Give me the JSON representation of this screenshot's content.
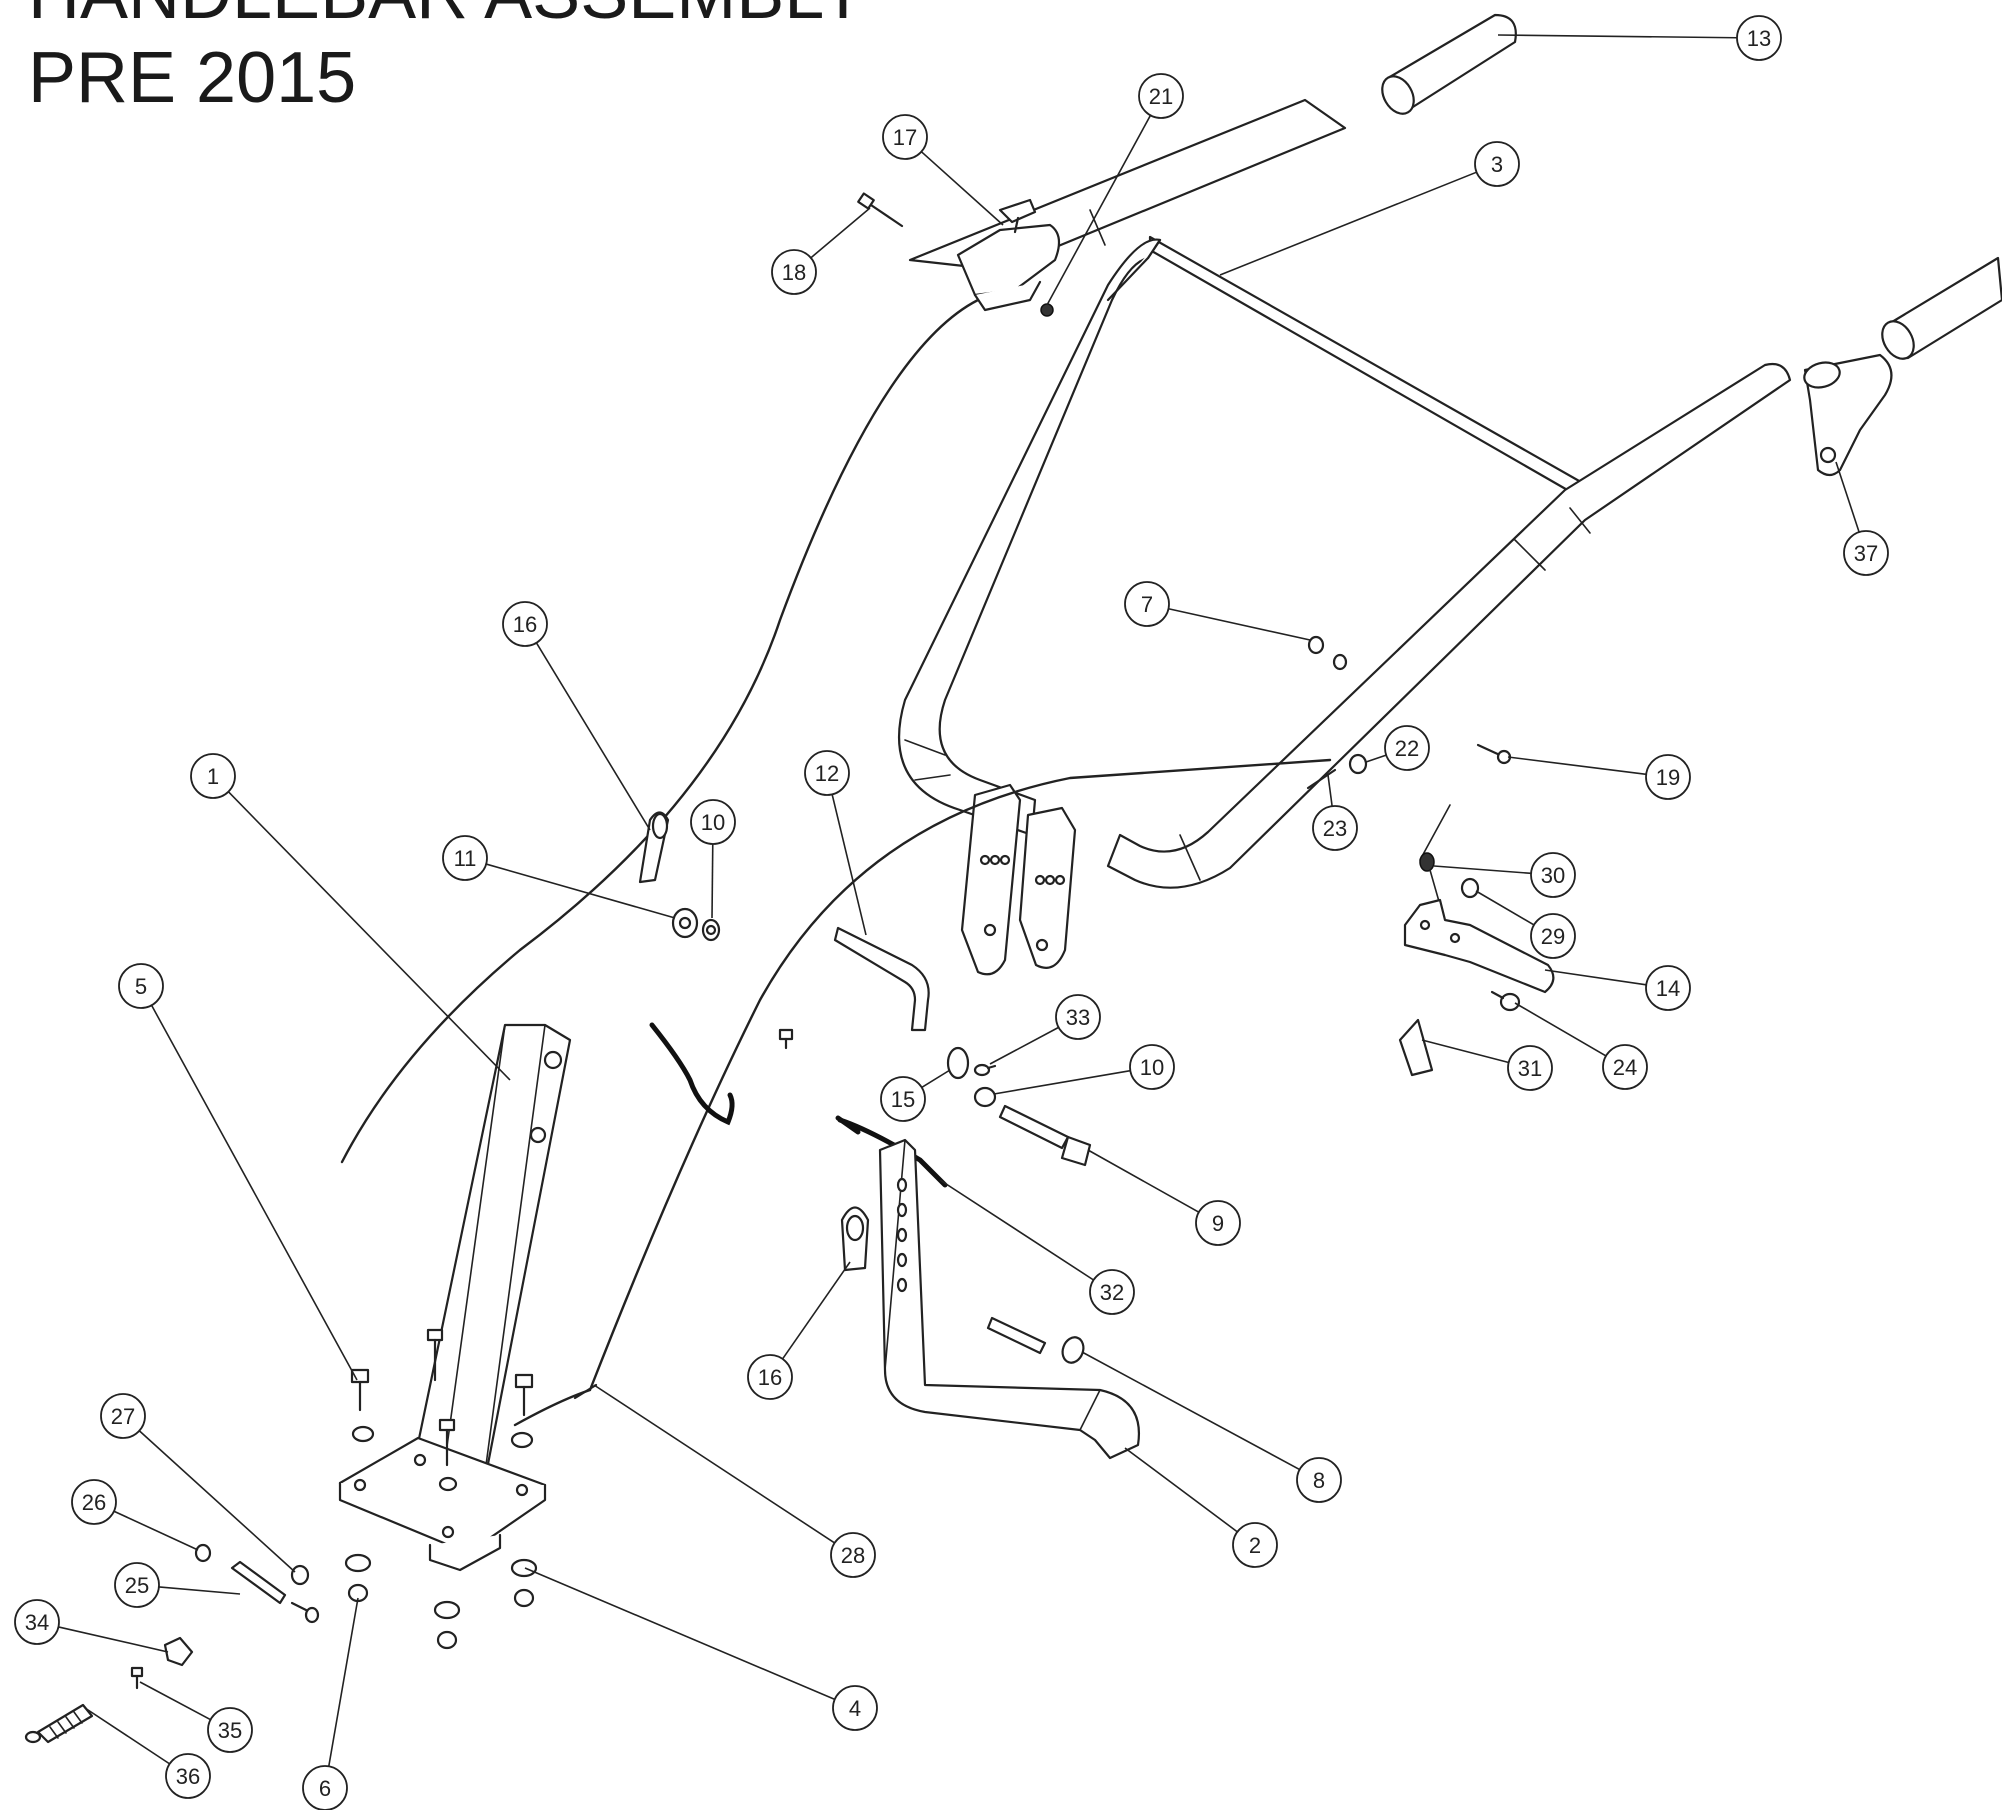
{
  "title": {
    "line1": "HANDLEBAR ASSEMBLY",
    "line2": "PRE 2015"
  },
  "callouts": [
    {
      "id": "c1",
      "label": "1"
    },
    {
      "id": "c2",
      "label": "2"
    },
    {
      "id": "c3",
      "label": "3"
    },
    {
      "id": "c4",
      "label": "4"
    },
    {
      "id": "c5",
      "label": "5"
    },
    {
      "id": "c6",
      "label": "6"
    },
    {
      "id": "c7",
      "label": "7"
    },
    {
      "id": "c8",
      "label": "8"
    },
    {
      "id": "c9",
      "label": "9"
    },
    {
      "id": "c10a",
      "label": "10"
    },
    {
      "id": "c10b",
      "label": "10"
    },
    {
      "id": "c11",
      "label": "11"
    },
    {
      "id": "c12",
      "label": "12"
    },
    {
      "id": "c13",
      "label": "13"
    },
    {
      "id": "c14",
      "label": "14"
    },
    {
      "id": "c15",
      "label": "15"
    },
    {
      "id": "c16a",
      "label": "16"
    },
    {
      "id": "c16b",
      "label": "16"
    },
    {
      "id": "c17",
      "label": "17"
    },
    {
      "id": "c18",
      "label": "18"
    },
    {
      "id": "c19",
      "label": "19"
    },
    {
      "id": "c21",
      "label": "21"
    },
    {
      "id": "c22",
      "label": "22"
    },
    {
      "id": "c23",
      "label": "23"
    },
    {
      "id": "c24",
      "label": "24"
    },
    {
      "id": "c25",
      "label": "25"
    },
    {
      "id": "c26",
      "label": "26"
    },
    {
      "id": "c27",
      "label": "27"
    },
    {
      "id": "c28",
      "label": "28"
    },
    {
      "id": "c29",
      "label": "29"
    },
    {
      "id": "c30",
      "label": "30"
    },
    {
      "id": "c31",
      "label": "31"
    },
    {
      "id": "c32",
      "label": "32"
    },
    {
      "id": "c33",
      "label": "33"
    },
    {
      "id": "c34",
      "label": "34"
    },
    {
      "id": "c35",
      "label": "35"
    },
    {
      "id": "c36",
      "label": "36"
    },
    {
      "id": "c37",
      "label": "37"
    }
  ]
}
